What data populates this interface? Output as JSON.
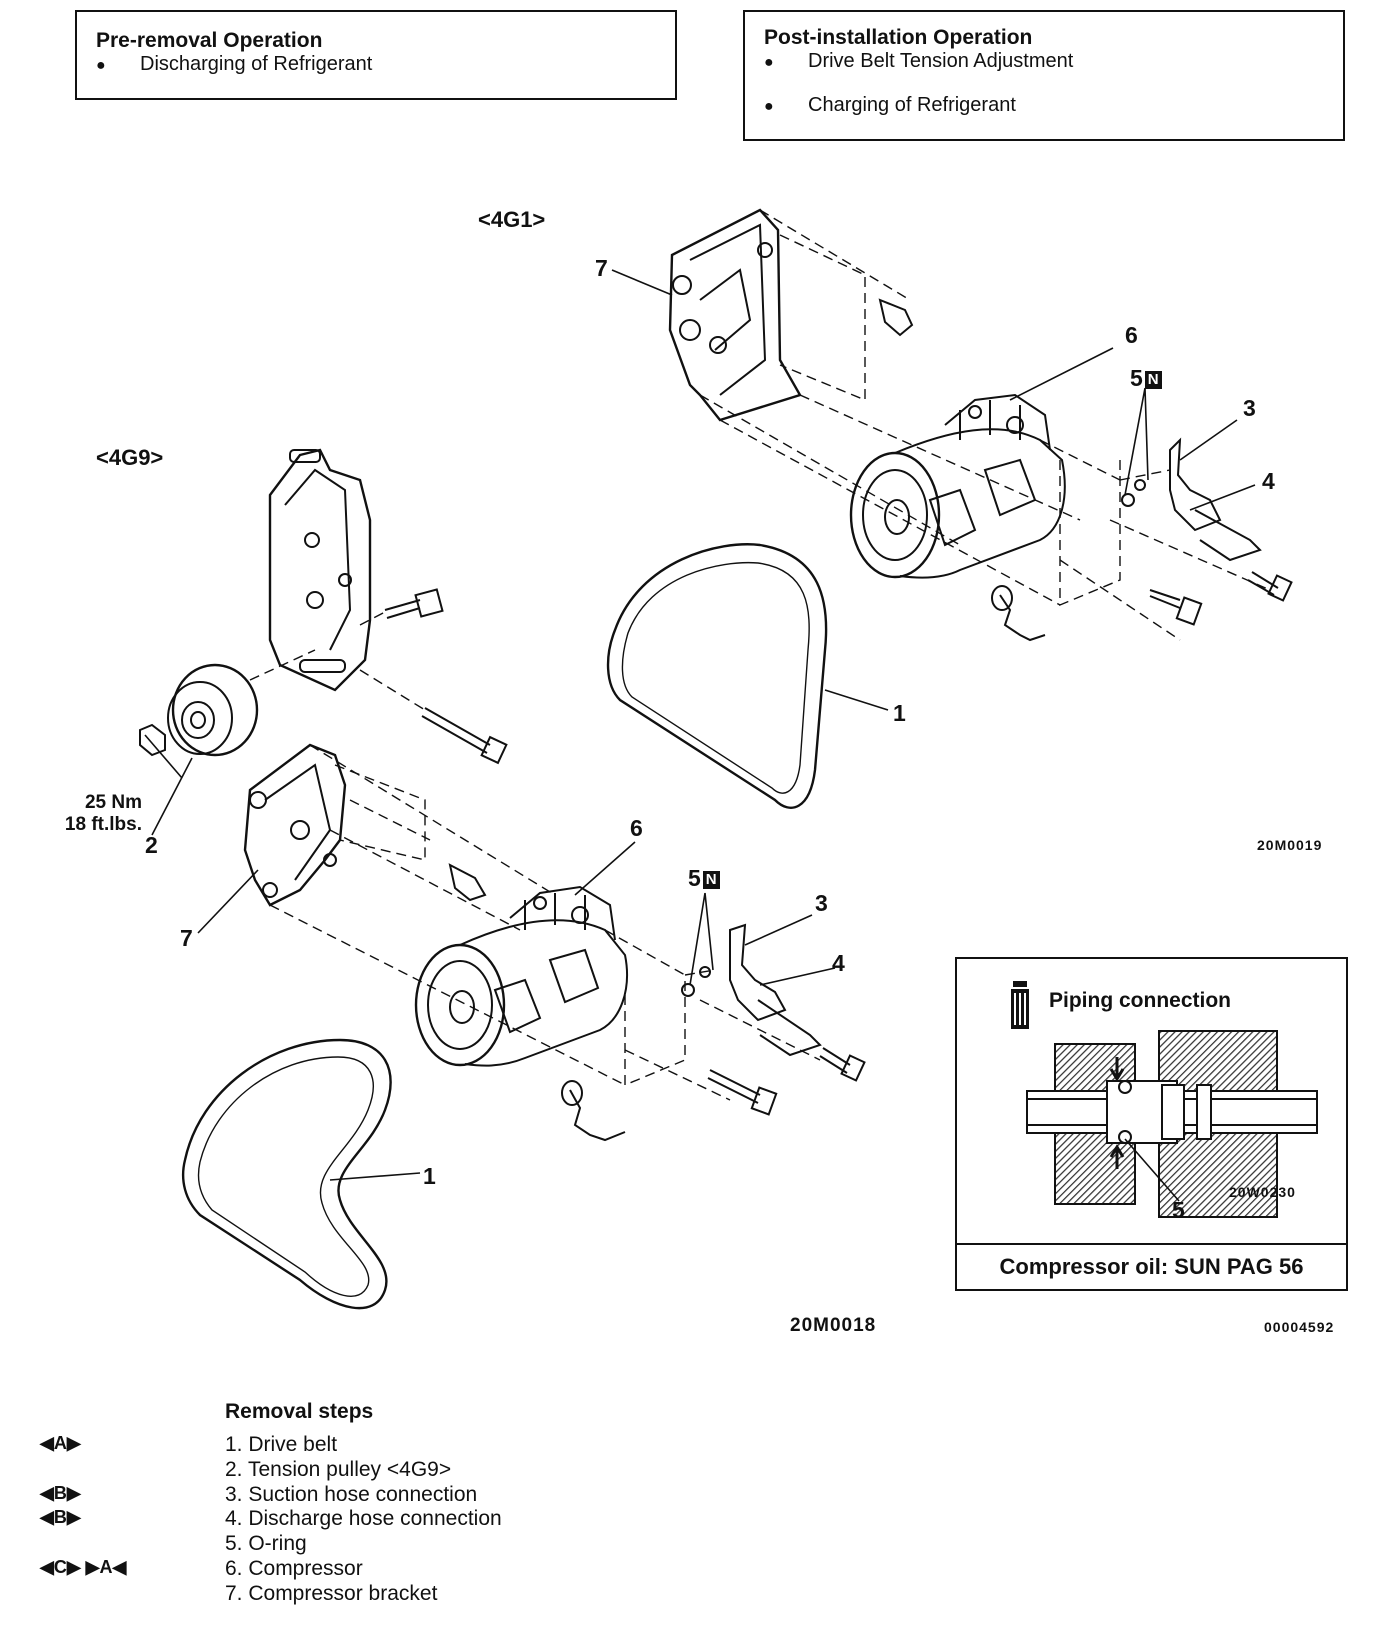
{
  "pre_removal": {
    "title": "Pre-removal Operation",
    "items": [
      "Discharging of Refrigerant"
    ]
  },
  "post_installation": {
    "title": "Post-installation Operation",
    "items": [
      "Drive Belt Tension Adjustment",
      "Charging of Refrigerant"
    ]
  },
  "bullet_glyph": "●",
  "diagram": {
    "variant_top": "<4G1>",
    "variant_left": "<4G9>",
    "labels_top": {
      "bracket": "7",
      "compressor": "6",
      "oring": "5",
      "suction": "3",
      "discharge": "4",
      "belt": "1"
    },
    "labels_bottom": {
      "bracket": "7",
      "compressor": "6",
      "oring": "5",
      "suction": "3",
      "discharge": "4",
      "belt": "1",
      "pulley": "2"
    },
    "n_badge": "N",
    "torque": {
      "line1": "25 Nm",
      "line2": "18 ft.lbs."
    },
    "codes": {
      "top": "20M0019",
      "bottom": "20M0018",
      "doc": "00004592"
    }
  },
  "inset": {
    "title": "Piping connection",
    "label": "5",
    "code": "20W0230",
    "footer": "Compressor oil: SUN PAG 56"
  },
  "removal": {
    "title": "Removal steps",
    "steps": [
      {
        "marker": "◀A▶",
        "text": "1. Drive belt"
      },
      {
        "marker": "",
        "text": "2. Tension pulley <4G9>"
      },
      {
        "marker": "◀B▶",
        "text": "3. Suction hose connection"
      },
      {
        "marker": "◀B▶",
        "text": "4. Discharge hose connection"
      },
      {
        "marker": "",
        "text": "5. O-ring"
      },
      {
        "marker": "◀C▶ ▶A◀",
        "text": "6. Compressor"
      },
      {
        "marker": "",
        "text": "7. Compressor bracket"
      }
    ]
  }
}
